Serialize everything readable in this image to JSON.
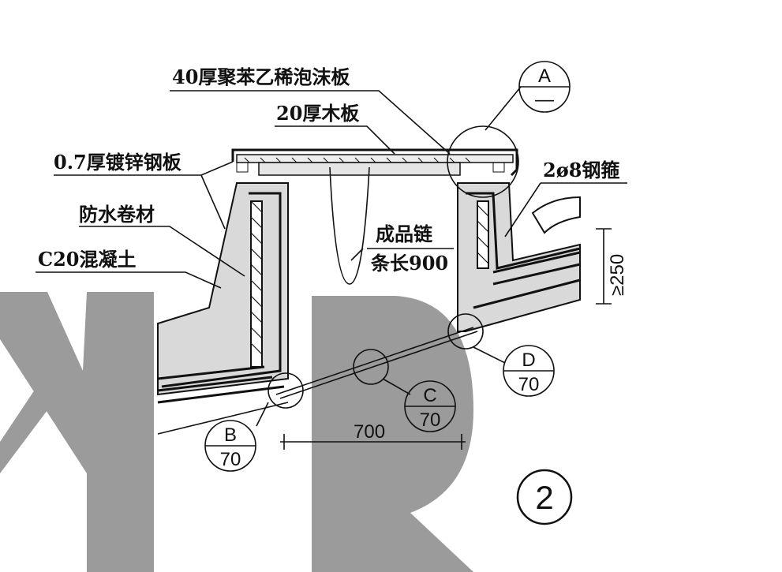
{
  "labels": {
    "foam_board": "40厚聚苯乙稀泡沫板",
    "wood_board": "20厚木板",
    "steel_plate": "0.7厚镀锌钢板",
    "waterproof_membrane": "防水卷材",
    "concrete": "C20混凝土",
    "chain_line1": "成品链",
    "chain_line2": "条长900",
    "steel_hoop": "2ø8钢箍",
    "height_dim": "≥250",
    "width_dim": "700"
  },
  "detail_refs": [
    {
      "id": "A",
      "sheet": "—"
    },
    {
      "id": "B",
      "sheet": "70"
    },
    {
      "id": "C",
      "sheet": "70"
    },
    {
      "id": "D",
      "sheet": "70"
    }
  ],
  "drawing_number": "2",
  "colors": {
    "ink": "#111111",
    "watermark": "#9b9b9b",
    "concrete_fill": "#d9d9d9"
  }
}
